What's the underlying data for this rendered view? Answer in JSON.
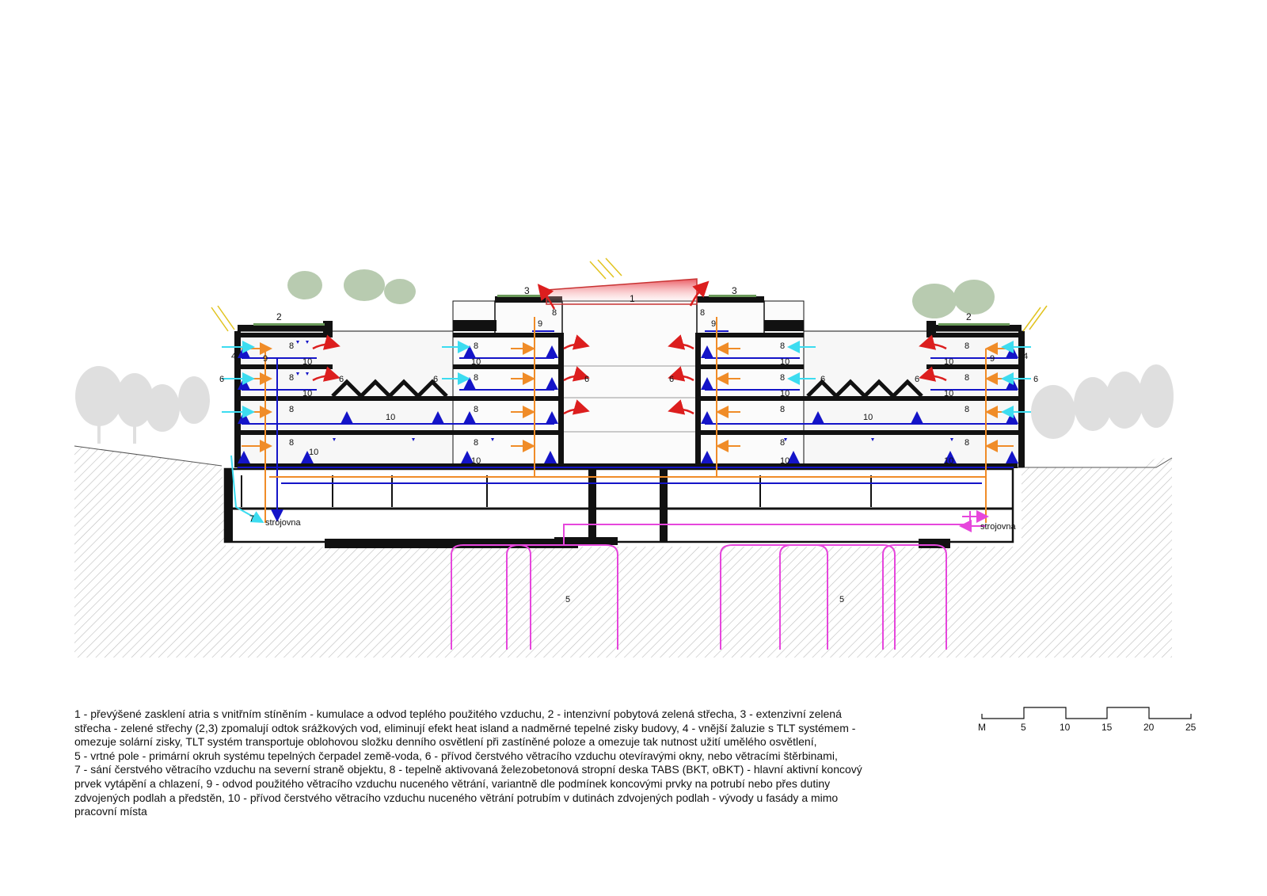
{
  "labels": {
    "n1": "1",
    "n2": "2",
    "n3": "3",
    "n4": "4",
    "n5": "5",
    "n6": "6",
    "n7": "7",
    "n8": "8",
    "n9": "9",
    "n10": "10",
    "plant_room": "strojovna"
  },
  "legend_lines": [
    "1 - převýšené zasklení atria s vnitřním stíněním - kumulace a odvod teplého použitého vzduchu,  2 - intenzivní pobytová zelená střecha, 3 - extenzivní zelená",
    "střecha - zelené střechy (2,3) zpomalují odtok srážkových vod, eliminují efekt heat island a nadměrné tepelné zisky budovy, 4 - vnější žaluzie s TLT systémem -",
    "omezuje solární zisky, TLT systém transportuje oblohovou složku denního osvětlení při zastíněné poloze a omezuje tak nutnost užití umělého osvětlení,",
    "5 - vrtné pole - primární okruh systému tepelných čerpadel země-voda,  6 - přívod čerstvého větracího vzduchu otevíravými okny, nebo větracími štěrbinami,",
    "7 - sání čerstvého větracího vzduchu na severní straně objektu,  8 - tepelně aktivovaná železobetonová stropní deska TABS (BKT, oBKT) - hlavní aktivní koncový",
    "prvek vytápění a chlazení,  9 - odvod použitého větracího vzduchu nuceného větrání, variantně dle podmínek koncovými prvky na potrubí nebo přes dutiny",
    "zdvojených podlah a předstěn, 10 - přívod čerstvého větracího vzduchu nuceného větrání potrubím v dutinách zdvojených podlah - vývody u fasády a mimo",
    "pracovní místa"
  ],
  "scale_bar": {
    "labels": [
      "M",
      "5",
      "10",
      "15",
      "20",
      "25"
    ]
  },
  "colors": {
    "supply_air": "#1414c8",
    "exhaust_air": "#f08c28",
    "fresh_air": "#3cdcf0",
    "warm_air": "#dc1e1e",
    "geothermal": "#e646dc",
    "green_roof": "#9cb694",
    "sun": "#e1c31e"
  }
}
